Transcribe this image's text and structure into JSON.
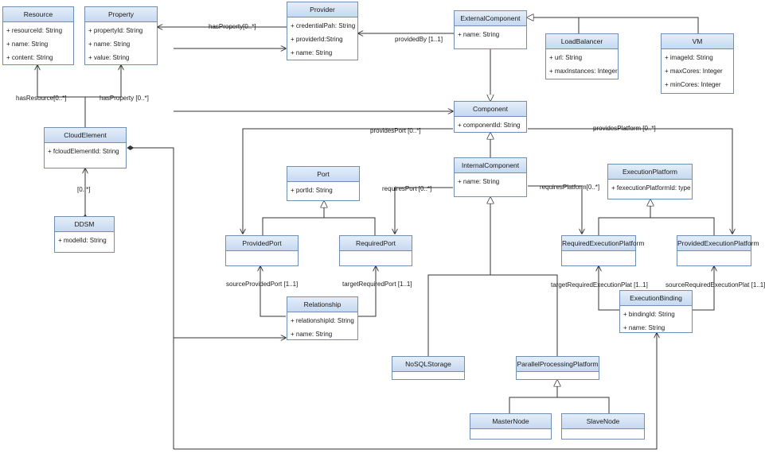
{
  "classes": {
    "resource": {
      "name": "Resource",
      "attrs": [
        "+ resourceId: String",
        "+ name: String",
        "+ content: String"
      ]
    },
    "property": {
      "name": "Property",
      "attrs": [
        "+ propertyId: String",
        "+ name: String",
        "+ value: String"
      ]
    },
    "provider": {
      "name": "Provider",
      "attrs": [
        "+ credentialPah: String",
        "+ providerId:String",
        "+ name: String"
      ]
    },
    "external_component": {
      "name": "ExternalComponent",
      "attrs": [
        "+ name: String"
      ]
    },
    "load_balancer": {
      "name": "LoadBalancer",
      "attrs": [
        "+ url: String",
        "+ maxInstances: Integer"
      ]
    },
    "vm": {
      "name": "VM",
      "attrs": [
        "+ imageId: String",
        "+ maxCores: Integer",
        "+ minCores: Integer"
      ]
    },
    "component": {
      "name": "Component",
      "attrs": [
        "+ componentId: String"
      ]
    },
    "cloud_element": {
      "name": "CloudElement",
      "attrs": [
        "+ fcloudElementId: String"
      ]
    },
    "ddsm": {
      "name": "DDSM",
      "attrs": [
        "+ modelId: String"
      ]
    },
    "port": {
      "name": "Port",
      "attrs": [
        "+ portId: String"
      ]
    },
    "internal_component": {
      "name": "InternalComponent",
      "attrs": [
        "+ name: String"
      ]
    },
    "execution_platform": {
      "name": "ExecutionPlatform",
      "attrs": [
        "+ fexecutionPlatformId: type"
      ]
    },
    "provided_port": {
      "name": "ProvidedPort",
      "attrs": []
    },
    "required_port": {
      "name": "RequiredPort",
      "attrs": []
    },
    "required_execution_platform": {
      "name": "RequiredExecutionPlatform",
      "attrs": []
    },
    "provided_execution_platform": {
      "name": "ProvidedExecutionPlatform",
      "attrs": []
    },
    "relationship": {
      "name": "Relationship",
      "attrs": [
        "+ relationshipId: String",
        "+ name: String"
      ]
    },
    "execution_binding": {
      "name": "ExecutionBinding",
      "attrs": [
        "+ bindingId: String",
        "+ name: String"
      ]
    },
    "nosql_storage": {
      "name": "NoSQLStorage",
      "attrs": []
    },
    "parallel_processing_platform": {
      "name": "ParallelProcessingPlatform",
      "attrs": []
    },
    "master_node": {
      "name": "MasterNode",
      "attrs": []
    },
    "slave_node": {
      "name": "SlaveNode",
      "attrs": []
    }
  },
  "associations": {
    "has_property_provider": "hasProperty[0..*]",
    "provided_by": "providedBy [1..1]",
    "has_resource": "hasResource[0..*]",
    "has_property": "hasProperty [0..*]",
    "ddsm_mult": "[0..*]",
    "provides_port": "providesPort [0..*]",
    "provides_platform": "providesPlatform [0..*]",
    "requires_port": "requiresPort [0..*]",
    "requires_platform": "requiresPlatform[0..*]",
    "source_provided_port": "sourceProvidedPort [1..1]",
    "target_required_port": "targetRequiredPort [1..1]",
    "target_required_exec": "targetRequiredExecutionPlat [1..1]",
    "source_required_exec": "sourceRequiredExecutionPlat [1..1]"
  }
}
